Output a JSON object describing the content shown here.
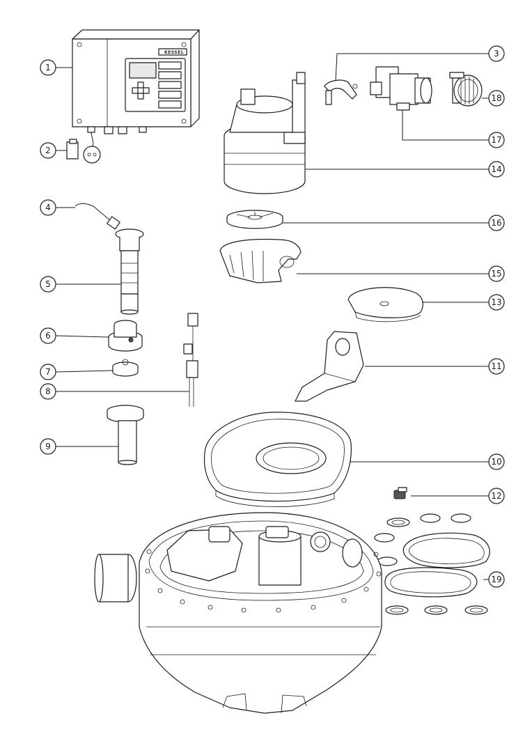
{
  "diagram": {
    "brand_logo": "KESSEL",
    "callouts": [
      {
        "id": "1",
        "label": "1"
      },
      {
        "id": "2",
        "label": "2"
      },
      {
        "id": "3",
        "label": "3"
      },
      {
        "id": "4",
        "label": "4"
      },
      {
        "id": "5",
        "label": "5"
      },
      {
        "id": "6",
        "label": "6"
      },
      {
        "id": "7",
        "label": "7"
      },
      {
        "id": "8",
        "label": "8"
      },
      {
        "id": "9",
        "label": "9"
      },
      {
        "id": "10",
        "label": "10"
      },
      {
        "id": "11",
        "label": "11"
      },
      {
        "id": "12",
        "label": "12"
      },
      {
        "id": "13",
        "label": "13"
      },
      {
        "id": "14",
        "label": "14"
      },
      {
        "id": "15",
        "label": "15"
      },
      {
        "id": "16",
        "label": "16"
      },
      {
        "id": "17",
        "label": "17"
      },
      {
        "id": "18",
        "label": "18"
      },
      {
        "id": "19",
        "label": "19"
      }
    ]
  }
}
